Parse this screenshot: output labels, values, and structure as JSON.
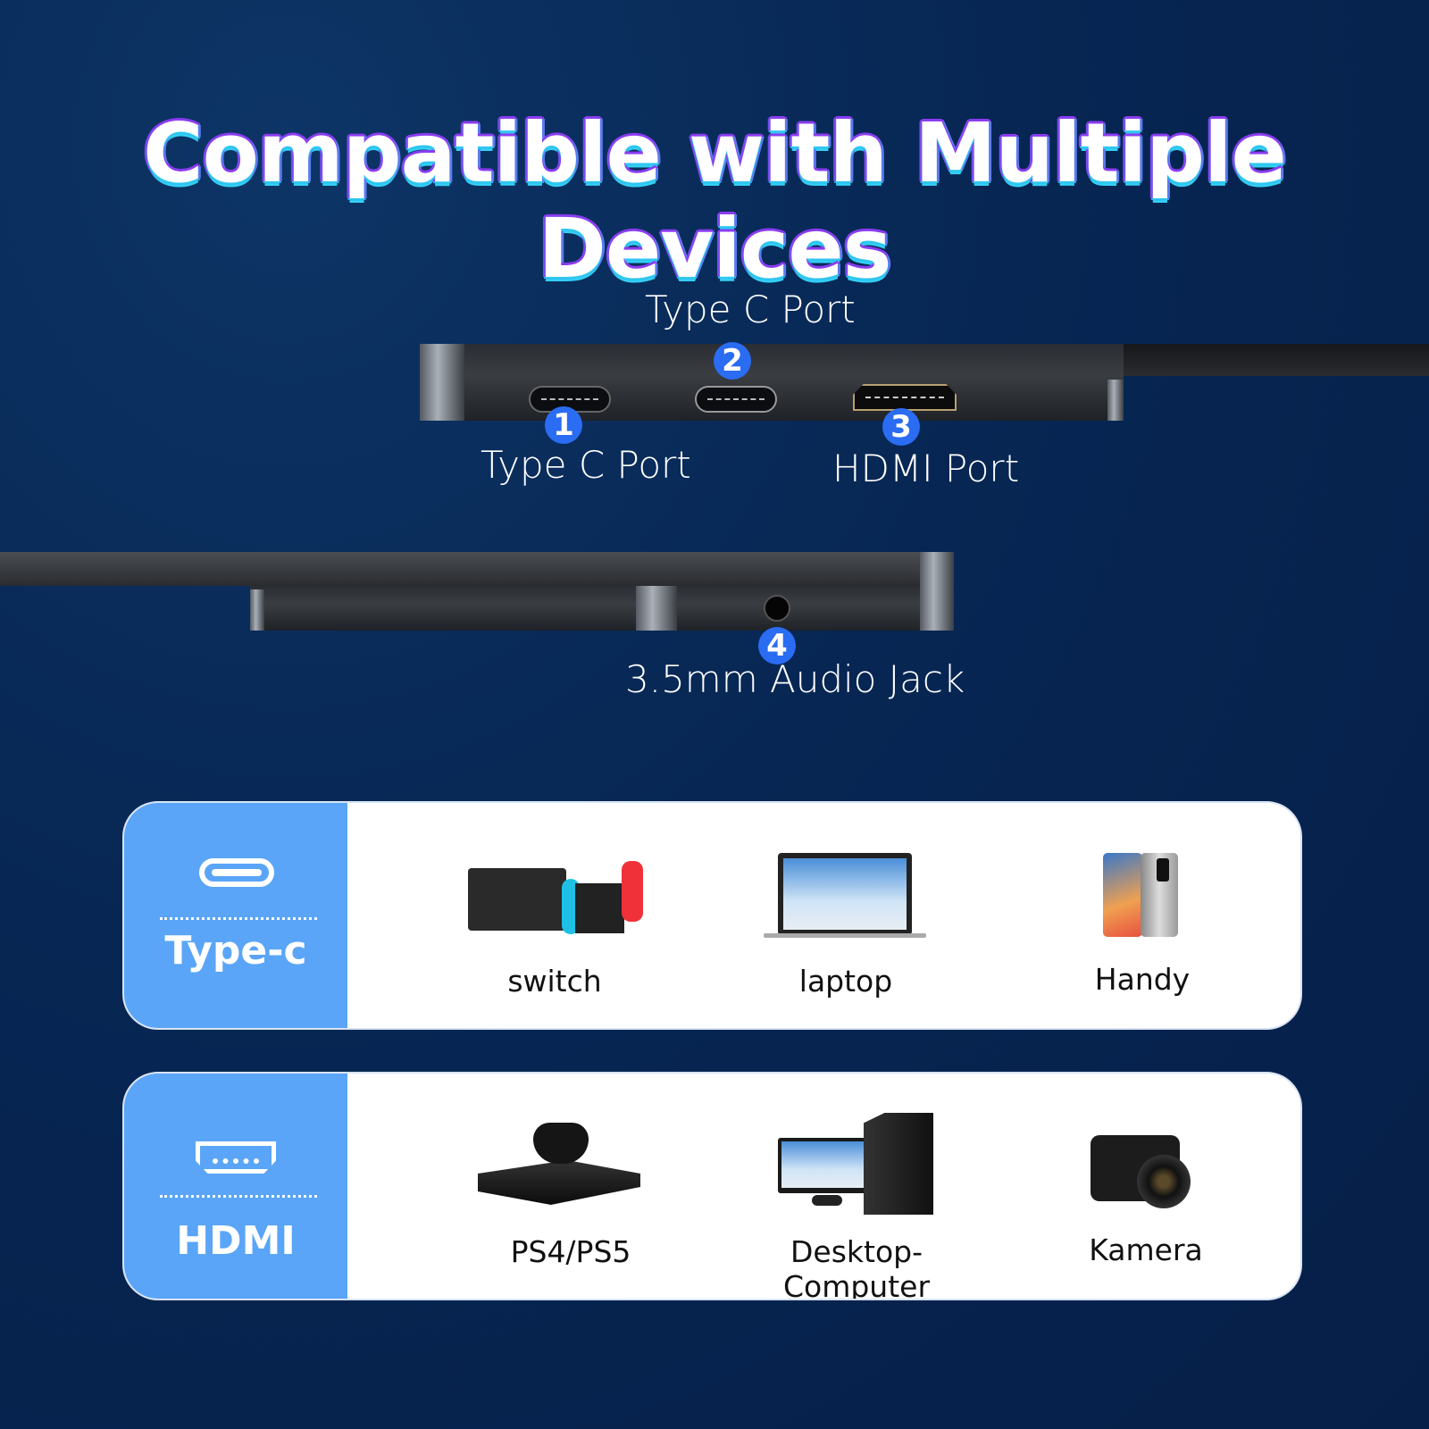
{
  "title": "Compatible with Multiple Devices",
  "ports": [
    {
      "number": "1",
      "label": "Type C Port"
    },
    {
      "number": "2",
      "label": "Type C Port"
    },
    {
      "number": "3",
      "label": "HDMI Port"
    },
    {
      "number": "4",
      "label": "3.5mm Audio Jack"
    }
  ],
  "cards": [
    {
      "interface": "Type-c",
      "icon": "usb-c-icon",
      "devices": [
        {
          "label": "switch",
          "icon": "nintendo-switch"
        },
        {
          "label": "laptop",
          "icon": "laptop"
        },
        {
          "label": "Handy",
          "icon": "smartphone"
        }
      ]
    },
    {
      "interface": "HDMI",
      "icon": "hdmi-icon",
      "devices": [
        {
          "label": "PS4/PS5",
          "icon": "game-console"
        },
        {
          "label": "Desktop-Computer",
          "icon": "desktop-computer"
        },
        {
          "label": "Kamera",
          "icon": "camera"
        }
      ]
    }
  ],
  "colors": {
    "accent": "#5aa5f7",
    "badge": "#2a6cf2",
    "background": "#072653"
  }
}
